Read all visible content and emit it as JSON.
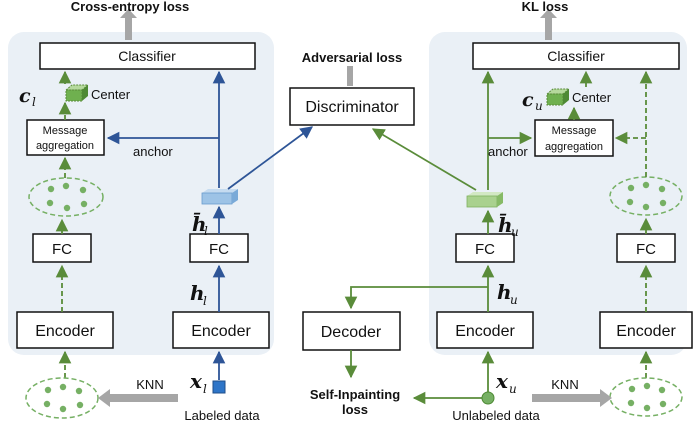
{
  "labels": {
    "cross_entropy_loss": "Cross-entropy loss",
    "kl_loss": "KL loss",
    "adversarial_loss": "Adversarial loss",
    "discriminator": "Discriminator",
    "classifier_left": "Classifier",
    "classifier_right": "Classifier",
    "center_left": "Center",
    "center_right": "Center",
    "message_line1": "Message",
    "message_line2": "aggregation",
    "anchor": "anchor",
    "fc": "FC",
    "encoder": "Encoder",
    "decoder": "Decoder",
    "knn": "KNN",
    "labeled_data": "Labeled data",
    "unlabeled_data": "Unlabeled data",
    "self_inpainting_line1": "Self-Inpainting",
    "self_inpainting_line2": "loss"
  },
  "math": {
    "c": "c",
    "sub_l": "l",
    "sub_u": "u",
    "h": "h",
    "hbar": "h̄",
    "x": "x"
  },
  "colors": {
    "labeled": "#2e5597",
    "unlabeled": "#5a8c3a",
    "panel": "#eaf0f6",
    "arrow_gray": "#a6a6a6",
    "node_green": "#76b064",
    "vec_blue": "#9dc3e6",
    "vec_green": "#a9d18e"
  }
}
